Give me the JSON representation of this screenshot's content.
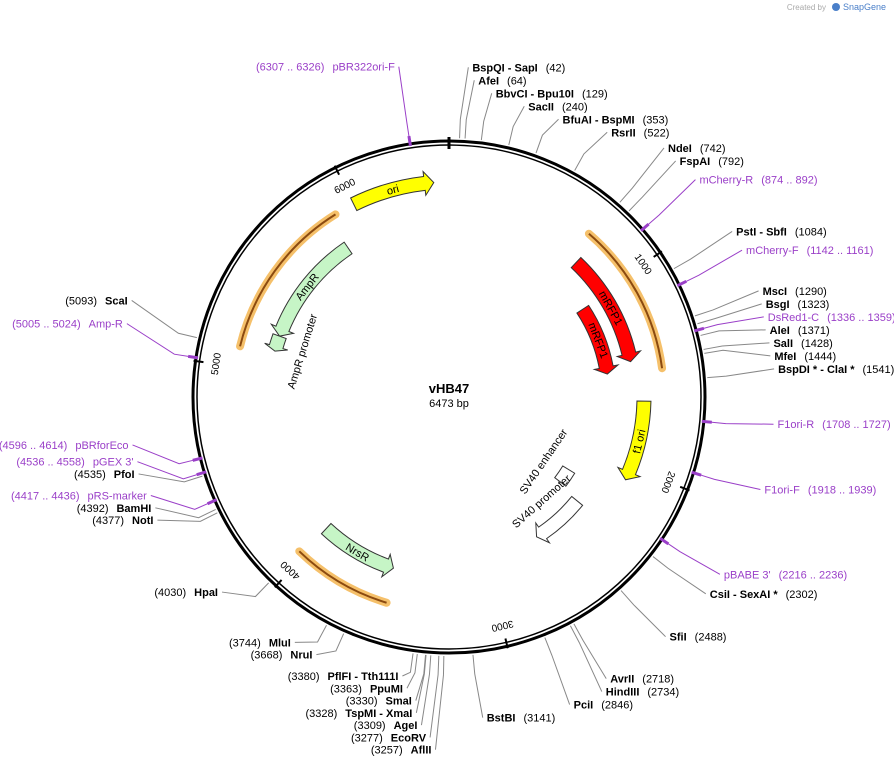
{
  "header": {
    "credit": "Created by",
    "brand": "SnapGene",
    "brand_color": "#4a7fc9"
  },
  "plasmid": {
    "name": "vHB47",
    "length_label": "6473 bp",
    "length": 6473
  },
  "tick_marks": [
    {
      "bp": 1000,
      "label": "1000"
    },
    {
      "bp": 2000,
      "label": "2000"
    },
    {
      "bp": 3000,
      "label": "3000"
    },
    {
      "bp": 4000,
      "label": "4000"
    },
    {
      "bp": 5000,
      "label": "5000"
    },
    {
      "bp": 6000,
      "label": "6000"
    }
  ],
  "features": [
    {
      "name": "ori",
      "start": 6000,
      "end": 6400,
      "color": "#ffff00",
      "direction": "cw"
    },
    {
      "name": "mRFP1",
      "start": 780,
      "end": 1420,
      "color": "#ff0000",
      "direction": "cw"
    },
    {
      "name": "mRFP1",
      "start": 1020,
      "end": 1470,
      "color": "#ff0000",
      "direction": "cw"
    },
    {
      "name": "f1 ori",
      "start": 1640,
      "end": 2070,
      "color": "#ffff00",
      "direction": "cw"
    },
    {
      "name": "SV40 enhancer",
      "start": 2180,
      "end": 2290,
      "color": "#ffffff",
      "direction": "none"
    },
    {
      "name": "SV40 promoter",
      "start": 2320,
      "end": 2660,
      "color": "#ffffff",
      "direction": "cw"
    },
    {
      "name": "NrsR",
      "start": 3560,
      "end": 4010,
      "color": "#c6f5c6",
      "direction": "ccw"
    },
    {
      "name": "AmpR",
      "start": 5210,
      "end": 5860,
      "color": "#c6f5c6",
      "direction": "ccw"
    },
    {
      "name": "AmpR promoter",
      "start": 5120,
      "end": 5210,
      "color": "#c6f5c6",
      "direction": "ccw"
    }
  ],
  "highlights": [
    {
      "start": 730,
      "end": 1480,
      "color": "#f5c06a"
    },
    {
      "start": 5100,
      "end": 5900,
      "color": "#f5c06a"
    },
    {
      "start": 3540,
      "end": 4030,
      "color": "#f5c06a"
    }
  ],
  "enzymes": [
    {
      "name": "BspQI - SapI",
      "pos": "(42)",
      "side": "left",
      "bp": 42
    },
    {
      "name": "AfeI",
      "pos": "(64)",
      "side": "right",
      "bp": 64
    },
    {
      "name": "BbvCI - Bpu10I",
      "pos": "(129)",
      "side": "right",
      "bp": 129
    },
    {
      "name": "SacII",
      "pos": "(240)",
      "side": "right",
      "bp": 240
    },
    {
      "name": "BfuAI - BspMI",
      "pos": "(353)",
      "side": "right",
      "bp": 353
    },
    {
      "name": "RsrII",
      "pos": "(522)",
      "side": "right",
      "bp": 522
    },
    {
      "name": "NdeI",
      "pos": "(742)",
      "side": "right",
      "bp": 742
    },
    {
      "name": "FspAI",
      "pos": "(792)",
      "side": "right",
      "bp": 792
    },
    {
      "name": "PstI - SbfI",
      "pos": "(1084)",
      "side": "right",
      "bp": 1084
    },
    {
      "name": "MscI",
      "pos": "(1290)",
      "side": "right",
      "bp": 1290
    },
    {
      "name": "BsgI",
      "pos": "(1323)",
      "side": "right",
      "bp": 1323
    },
    {
      "name": "AleI",
      "pos": "(1371)",
      "side": "right",
      "bp": 1371
    },
    {
      "name": "SalI",
      "pos": "(1428)",
      "side": "right",
      "bp": 1428
    },
    {
      "name": "MfeI",
      "pos": "(1444)",
      "side": "right",
      "bp": 1444
    },
    {
      "name": "BspDI * - ClaI *",
      "pos": "(1541)",
      "side": "right",
      "bp": 1541
    },
    {
      "name": "CsiI - SexAI *",
      "pos": "(2302)",
      "side": "right",
      "bp": 2302
    },
    {
      "name": "SfiI",
      "pos": "(2488)",
      "side": "right",
      "bp": 2488
    },
    {
      "name": "AvrII",
      "pos": "(2718)",
      "side": "right",
      "bp": 2718
    },
    {
      "name": "HindIII",
      "pos": "(2734)",
      "side": "right",
      "bp": 2734
    },
    {
      "name": "PciI",
      "pos": "(2846)",
      "side": "right",
      "bp": 2846
    },
    {
      "name": "BstBI",
      "pos": "(3141)",
      "side": "right",
      "bp": 3141
    },
    {
      "name": "AflII",
      "pos": "(3257)",
      "side": "right",
      "bp": 3257
    },
    {
      "name": "EcoRV",
      "pos": "(3277)",
      "side": "left",
      "bp": 3277
    },
    {
      "name": "AgeI",
      "pos": "(3309)",
      "side": "left",
      "bp": 3309
    },
    {
      "name": "TspMI - XmaI",
      "pos": "(3328)",
      "side": "left",
      "bp": 3328
    },
    {
      "name": "SmaI",
      "pos": "(3330)",
      "side": "left",
      "bp": 3330
    },
    {
      "name": "PpuMI",
      "pos": "(3363)",
      "side": "left",
      "bp": 3363
    },
    {
      "name": "PflFI - Tth111I",
      "pos": "(3380)",
      "side": "left",
      "bp": 3380
    },
    {
      "name": "NruI",
      "pos": "(3668)",
      "side": "left",
      "bp": 3668
    },
    {
      "name": "MluI",
      "pos": "(3744)",
      "side": "left",
      "bp": 3744
    },
    {
      "name": "HpaI",
      "pos": "(4030)",
      "side": "left",
      "bp": 4030
    },
    {
      "name": "NotI",
      "pos": "(4377)",
      "side": "left",
      "bp": 4377
    },
    {
      "name": "BamHI",
      "pos": "(4392)",
      "side": "left",
      "bp": 4392
    },
    {
      "name": "PfoI",
      "pos": "(4535)",
      "side": "left",
      "bp": 4535
    },
    {
      "name": "ScaI",
      "pos": "(5093)",
      "side": "left",
      "bp": 5093
    }
  ],
  "primers": [
    {
      "name": "pBR322ori-F",
      "pos": "(6307 .. 6326)",
      "side": "left",
      "bp": 6316
    },
    {
      "name": "mCherry-R",
      "pos": "(874 .. 892)",
      "side": "right",
      "bp": 883
    },
    {
      "name": "mCherry-F",
      "pos": "(1142 .. 1161)",
      "side": "right",
      "bp": 1151
    },
    {
      "name": "DsRed1-C",
      "pos": "(1336 .. 1359)",
      "side": "right",
      "bp": 1347
    },
    {
      "name": "F1ori-R",
      "pos": "(1708 .. 1727)",
      "side": "right",
      "bp": 1717
    },
    {
      "name": "F1ori-F",
      "pos": "(1918 .. 1939)",
      "side": "right",
      "bp": 1928
    },
    {
      "name": "pBABE 3'",
      "pos": "(2216 .. 2236)",
      "side": "right",
      "bp": 2226
    },
    {
      "name": "pRS-marker",
      "pos": "(4417 .. 4436)",
      "side": "left",
      "bp": 4426
    },
    {
      "name": "pGEX 3'",
      "pos": "(4536 .. 4558)",
      "side": "left",
      "bp": 4547
    },
    {
      "name": "pBRforEco",
      "pos": "(4596 .. 4614)",
      "side": "left",
      "bp": 4605
    },
    {
      "name": "Amp-R",
      "pos": "(5005 .. 5024)",
      "side": "left",
      "bp": 5014
    }
  ],
  "colors": {
    "backbone": "#000000",
    "primer": "#9a3fc8",
    "enzyme_line": "#888888"
  }
}
